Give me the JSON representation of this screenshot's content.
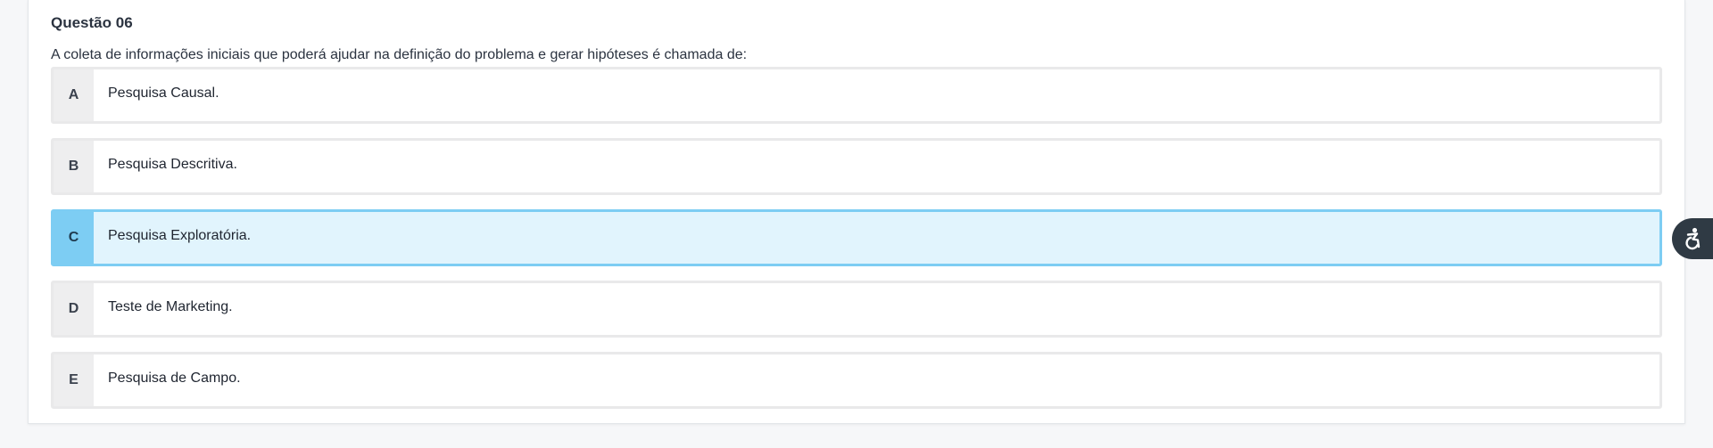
{
  "question": {
    "title": "Questão 06",
    "text": "A coleta de informações iniciais que poderá ajudar na definição do problema e gerar hipóteses é chamada de:"
  },
  "options": [
    {
      "letter": "A",
      "text": "Pesquisa Causal."
    },
    {
      "letter": "B",
      "text": "Pesquisa Descritiva."
    },
    {
      "letter": "C",
      "text": "Pesquisa Exploratória."
    },
    {
      "letter": "D",
      "text": "Teste de Marketing."
    },
    {
      "letter": "E",
      "text": "Pesquisa de Campo."
    }
  ],
  "selected_option": "C",
  "colors": {
    "selected_border": "#7dcdf3",
    "selected_background": "#e1f4fd",
    "accessibility_button": "#2f3a44"
  },
  "icons": {
    "accessibility": "accessibility-icon"
  }
}
